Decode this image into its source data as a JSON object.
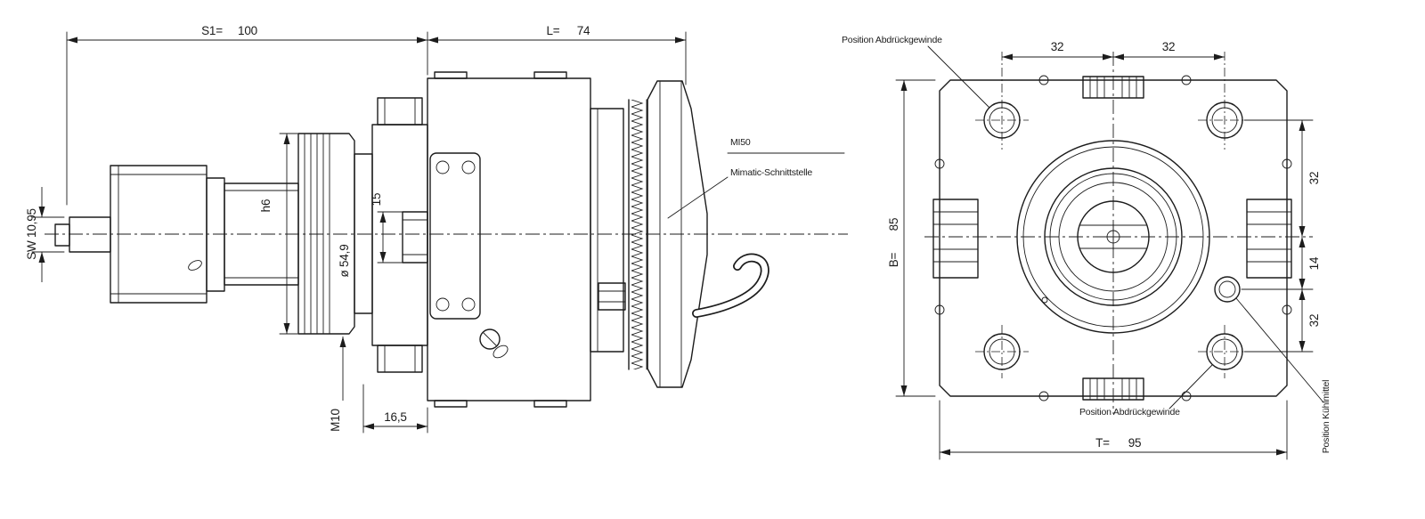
{
  "drawing": {
    "background": "#ffffff",
    "line_color": "#1c1c1c",
    "side_view": {
      "dim_s1_label": "S1=",
      "dim_s1_value": "100",
      "dim_l_label": "L=",
      "dim_l_value": "74",
      "dim_sw": "SW  10,95",
      "dim_h6": "h6",
      "dim_diameter": "ø 54,9",
      "dim_15": "15",
      "dim_m10": "M10",
      "dim_16_5": "16,5",
      "label_mi50": "MI50",
      "label_interface": "Mimatic-Schnittstelle"
    },
    "front_view": {
      "dim_top_left": "32",
      "dim_top_right": "32",
      "dim_b_label": "B=",
      "dim_b_value": "85",
      "dim_right_top": "32",
      "dim_right_mid": "14",
      "dim_right_bottom": "32",
      "dim_t_label": "T=",
      "dim_t_value": "95",
      "label_pos_abdrueck_top": "Position Abdrückgewinde",
      "label_pos_abdrueck_bottom": "Position Abdrückgewinde",
      "label_pos_kuehlmittel": "Position Kühlmittel"
    }
  }
}
